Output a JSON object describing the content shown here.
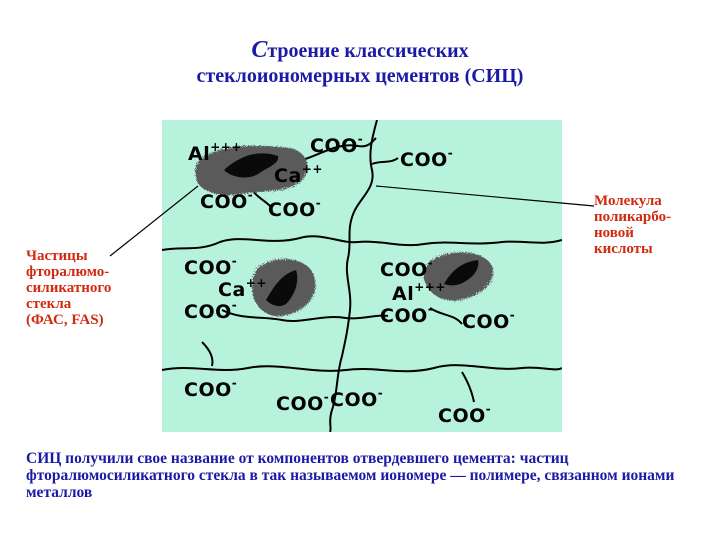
{
  "title": {
    "line1_initial": "С",
    "line1_rest": "троение классических",
    "line2": "стеклоиономерных цементов (СИЦ)"
  },
  "labels": {
    "left": [
      "Частицы",
      "фторалюмо-",
      "силикатного",
      "стекла",
      "(ФАС, FAS)"
    ],
    "right": [
      "Молекула",
      "поликарбо-",
      "новой",
      "кислоты"
    ]
  },
  "diagram_text": {
    "coo": "COO",
    "minus": "-",
    "al": "Al",
    "ca": "Ca",
    "plus2": "++",
    "plus3": "+++"
  },
  "caption": "СИЦ получили свое название от компонентов отвердевшего цемента: частиц фторалюмосиликатного стекла в так называемом иономере — полимере, связанном ионами металлов",
  "colors": {
    "title": "#1a1aa6",
    "labels": "#d22a10",
    "diagram_background": "#b7f2dc",
    "particle_halo": "#5a5a5a",
    "particle_core": "#0a0a0a"
  }
}
